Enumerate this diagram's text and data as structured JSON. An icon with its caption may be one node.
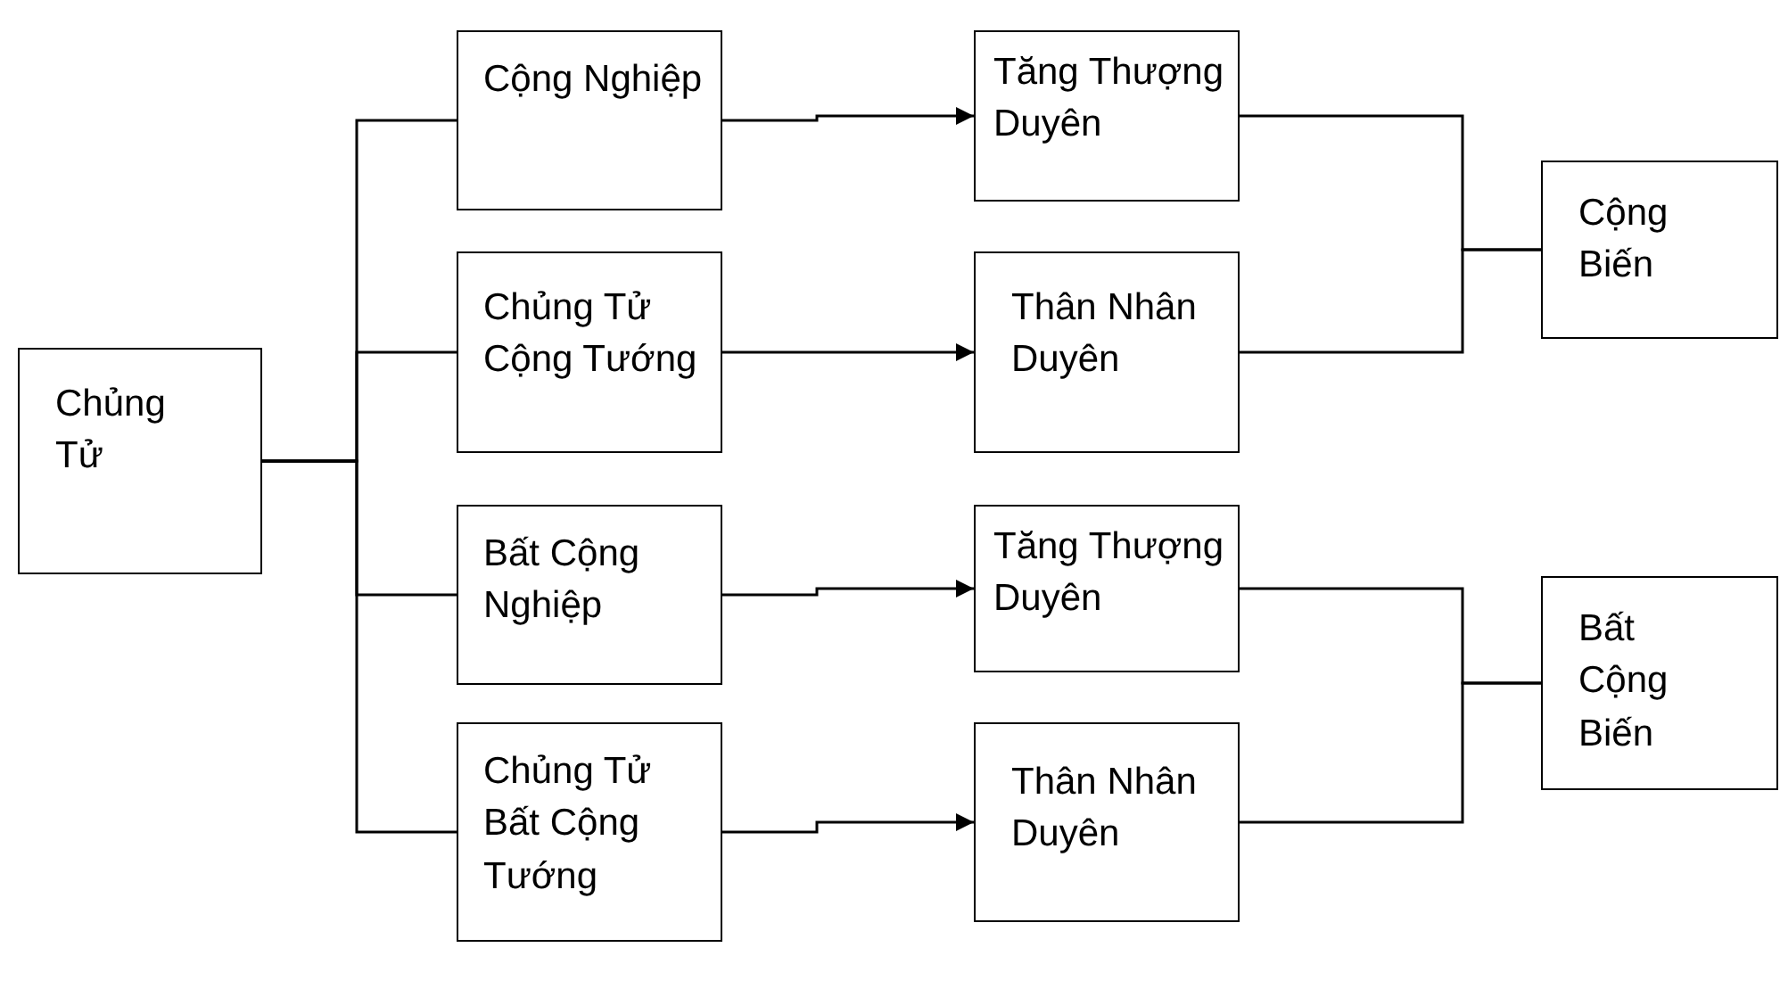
{
  "diagram": {
    "nodes": [
      {
        "text": [
          "Chủng Tử"
        ]
      },
      {
        "text": [
          "Cộng Nghiệp"
        ]
      },
      {
        "text": [
          "Chủng Tử Cộng Tướng"
        ]
      },
      {
        "text": [
          "Bất Cộng Nghiệp"
        ]
      },
      {
        "text": [
          "Chủng Tử Bất Cộng Tướng"
        ]
      },
      {
        "text": [
          "Tăng Thượng Duyên"
        ]
      },
      {
        "text": [
          "Thân Nhân Duyên"
        ]
      },
      {
        "text": [
          "Tăng Thượng Duyên"
        ]
      },
      {
        "text": [
          "Thân Nhân Duyên"
        ]
      },
      {
        "text": [
          "Cộng Biến"
        ]
      },
      {
        "text": [
          "Bất Cộng Biến"
        ]
      }
    ],
    "edges": [
      {
        "from": 0,
        "to": 1,
        "arrow": "none"
      },
      {
        "from": 0,
        "to": 2,
        "arrow": "none"
      },
      {
        "from": 0,
        "to": 3,
        "arrow": "none"
      },
      {
        "from": 0,
        "to": 4,
        "arrow": "none"
      },
      {
        "from": 1,
        "to": 5,
        "arrow": "to"
      },
      {
        "from": 2,
        "to": 6,
        "arrow": "to"
      },
      {
        "from": 3,
        "to": 7,
        "arrow": "to"
      },
      {
        "from": 4,
        "to": 8,
        "arrow": "to"
      },
      {
        "from": 5,
        "to": 9,
        "arrow": "none"
      },
      {
        "from": 6,
        "to": 9,
        "arrow": "none"
      },
      {
        "from": 7,
        "to": 10,
        "arrow": "none"
      },
      {
        "from": 8,
        "to": 10,
        "arrow": "none"
      }
    ]
  }
}
